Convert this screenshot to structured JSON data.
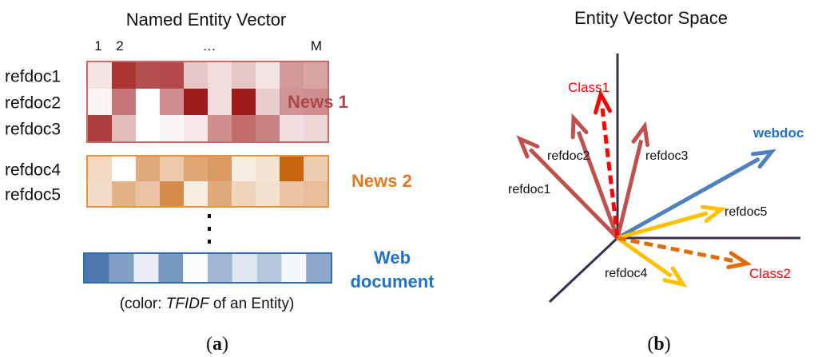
{
  "panel_a": {
    "title": "Named Entity Vector",
    "col_labels": {
      "first": "1",
      "second": "2",
      "ellipsis": "…",
      "last": "M"
    },
    "groups": [
      {
        "label": "News 1",
        "label_color": "#a84a4a",
        "border_color": "#c96a6a",
        "rows": [
          {
            "name": "refdoc1",
            "cells": [
              0.12,
              0.9,
              0.78,
              0.8,
              0.25,
              0.15,
              0.25,
              0.12,
              0.45,
              0.4
            ]
          },
          {
            "name": "refdoc2",
            "cells": [
              0.05,
              0.6,
              0.0,
              0.5,
              1.0,
              0.15,
              1.0,
              0.22,
              0.48,
              0.5
            ]
          },
          {
            "name": "refdoc3",
            "cells": [
              0.85,
              0.3,
              0.0,
              0.04,
              0.1,
              0.5,
              0.65,
              0.55,
              0.15,
              0.18
            ]
          }
        ]
      },
      {
        "label": "News 2",
        "label_color": "#e07b20",
        "border_color": "#e8943c",
        "rows": [
          {
            "name": "refdoc4",
            "cells": [
              0.25,
              0.0,
              0.55,
              0.35,
              0.58,
              0.65,
              0.12,
              0.18,
              1.0,
              0.32
            ]
          },
          {
            "name": "refdoc5",
            "cells": [
              0.22,
              0.5,
              0.38,
              0.75,
              0.12,
              0.55,
              0.28,
              0.2,
              0.38,
              0.42
            ]
          }
        ]
      }
    ],
    "web_row": {
      "label_line1": "Web",
      "label_line2": "document",
      "label_color": "#1f73c7",
      "border_color": "#2f6db3",
      "cells": [
        0.85,
        0.6,
        0.1,
        0.65,
        0.02,
        0.45,
        0.15,
        0.35,
        0.05,
        0.55
      ]
    },
    "caption_prefix": "(color: ",
    "caption_italic": "TFIDF",
    "caption_suffix": " of an Entity)",
    "panel_label_letter": "a"
  },
  "panel_b": {
    "title": "Entity Vector Space",
    "panel_label_letter": "b",
    "vectors": [
      {
        "label": "refdoc1",
        "color": "#c0504d",
        "dashed": false,
        "label_color": "#111111"
      },
      {
        "label": "refdoc2",
        "color": "#c0504d",
        "dashed": false,
        "label_color": "#111111"
      },
      {
        "label": "refdoc3",
        "color": "#c0504d",
        "dashed": false,
        "label_color": "#111111"
      },
      {
        "label": "Class1",
        "color": "#ff0000",
        "dashed": true,
        "label_color": "#ff0000"
      },
      {
        "label": "webdoc",
        "color": "#4f81bd",
        "dashed": false,
        "label_color": "#1f73c7",
        "bold": true
      },
      {
        "label": "refdoc5",
        "color": "#ffc000",
        "dashed": false,
        "label_color": "#111111"
      },
      {
        "label": "refdoc4",
        "color": "#ffc000",
        "dashed": false,
        "label_color": "#111111"
      },
      {
        "label": "Class2",
        "color": "#e36c0a",
        "dashed": true,
        "label_color": "#ff0000"
      }
    ],
    "axis_color": "#3a2e4e"
  }
}
